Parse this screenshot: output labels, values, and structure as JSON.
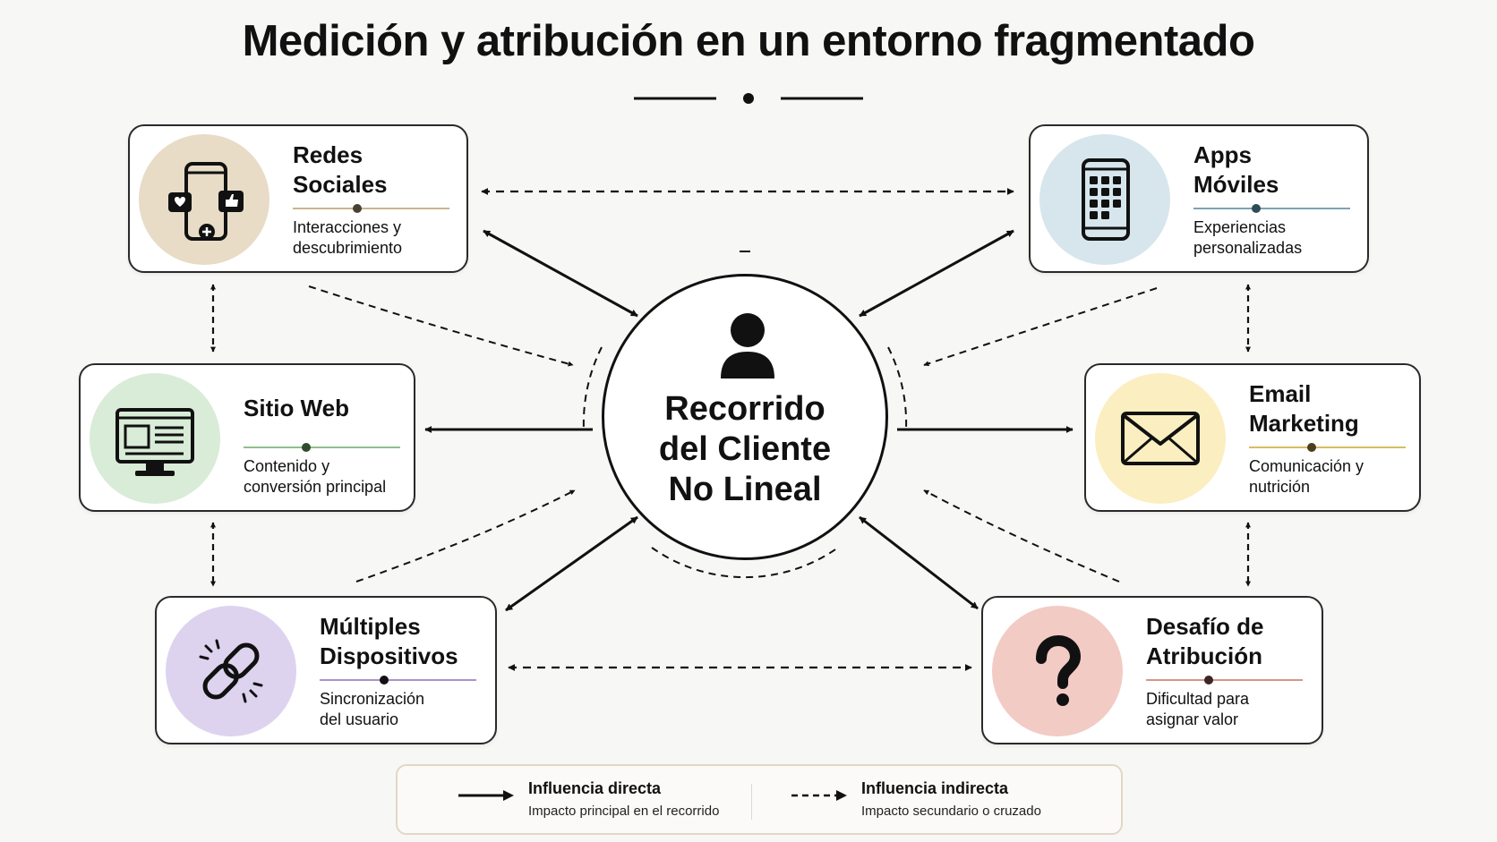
{
  "title": "Medición y atribución en un entorno fragmentado",
  "center": {
    "label": "Recorrido\ndel Cliente\nNo Lineal",
    "icon": "person-icon"
  },
  "nodes": [
    {
      "id": "redes",
      "title": "Redes\nSociales",
      "description": "Interacciones y\ndescubrimiento",
      "icon": "phone-social-icon",
      "circle_color": "#e8dcc7",
      "accent_color": "#c9b58e"
    },
    {
      "id": "apps",
      "title": "Apps\nMóviles",
      "description": "Experiencias\npersonalizadas",
      "icon": "phone-apps-icon",
      "circle_color": "#d6e6ec",
      "accent_color": "#7aa4b0"
    },
    {
      "id": "web",
      "title": "Sitio Web",
      "description": "Contenido y\nconversión principal",
      "icon": "monitor-icon",
      "circle_color": "#d8ecd7",
      "accent_color": "#8fbe8a"
    },
    {
      "id": "email",
      "title": "Email\nMarketing",
      "description": "Comunicación y\nnutrición",
      "icon": "envelope-icon",
      "circle_color": "#fbeec0",
      "accent_color": "#d8bd62"
    },
    {
      "id": "dispositivos",
      "title": "Múltiples\nDispositivos",
      "description": "Sincronización\ndel usuario",
      "icon": "chain-link-icon",
      "circle_color": "#ddd3ef",
      "accent_color": "#a894cc"
    },
    {
      "id": "atribucion",
      "title": "Desafío de\nAtribución",
      "description": "Dificultad para\nasignar valor",
      "icon": "question-mark-icon",
      "circle_color": "#f2cbc5",
      "accent_color": "#d8958a"
    }
  ],
  "legend": {
    "direct": {
      "label": "Influencia directa",
      "sub": "Impacto principal en el recorrido"
    },
    "indirect": {
      "label": "Influencia indirecta",
      "sub": "Impacto secundario o cruzado"
    }
  },
  "colors": {
    "ink": "#111111",
    "card_border": "#2a2a2a",
    "legend_border": "#e2d7c6",
    "background": "#f7f7f6"
  }
}
